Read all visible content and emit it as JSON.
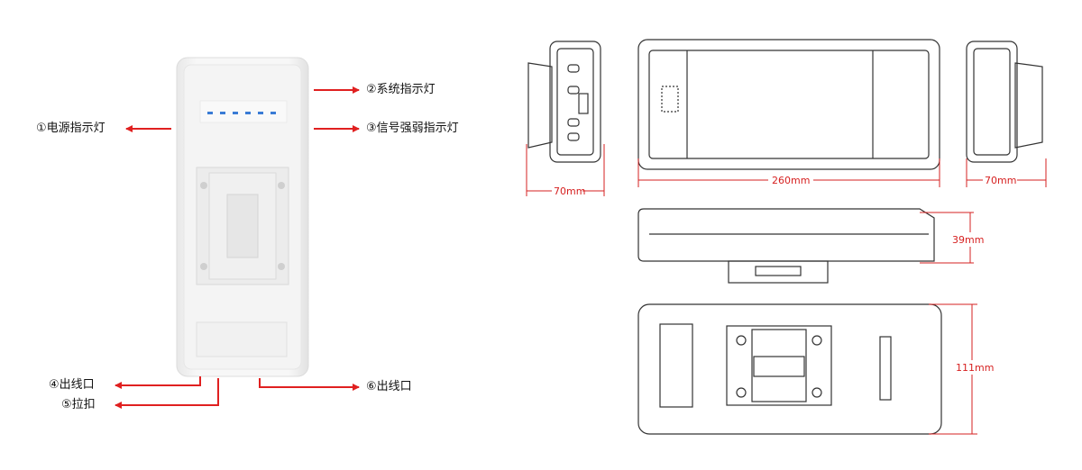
{
  "labels": {
    "l1": "①电源指示灯",
    "l2": "②系统指示灯",
    "l3": "③信号强弱指示灯",
    "l4": "④出线口",
    "l5": "⑤拉扣",
    "l6": "⑥出线口"
  },
  "dimensions": {
    "left_width": "70mm",
    "length": "260mm",
    "right_width": "70mm",
    "height": "39mm",
    "depth": "111mm"
  },
  "colors": {
    "arrow": "#e02020",
    "dimension": "#d62020",
    "led": "#3a7bd5",
    "device": "#f2f2f2"
  }
}
